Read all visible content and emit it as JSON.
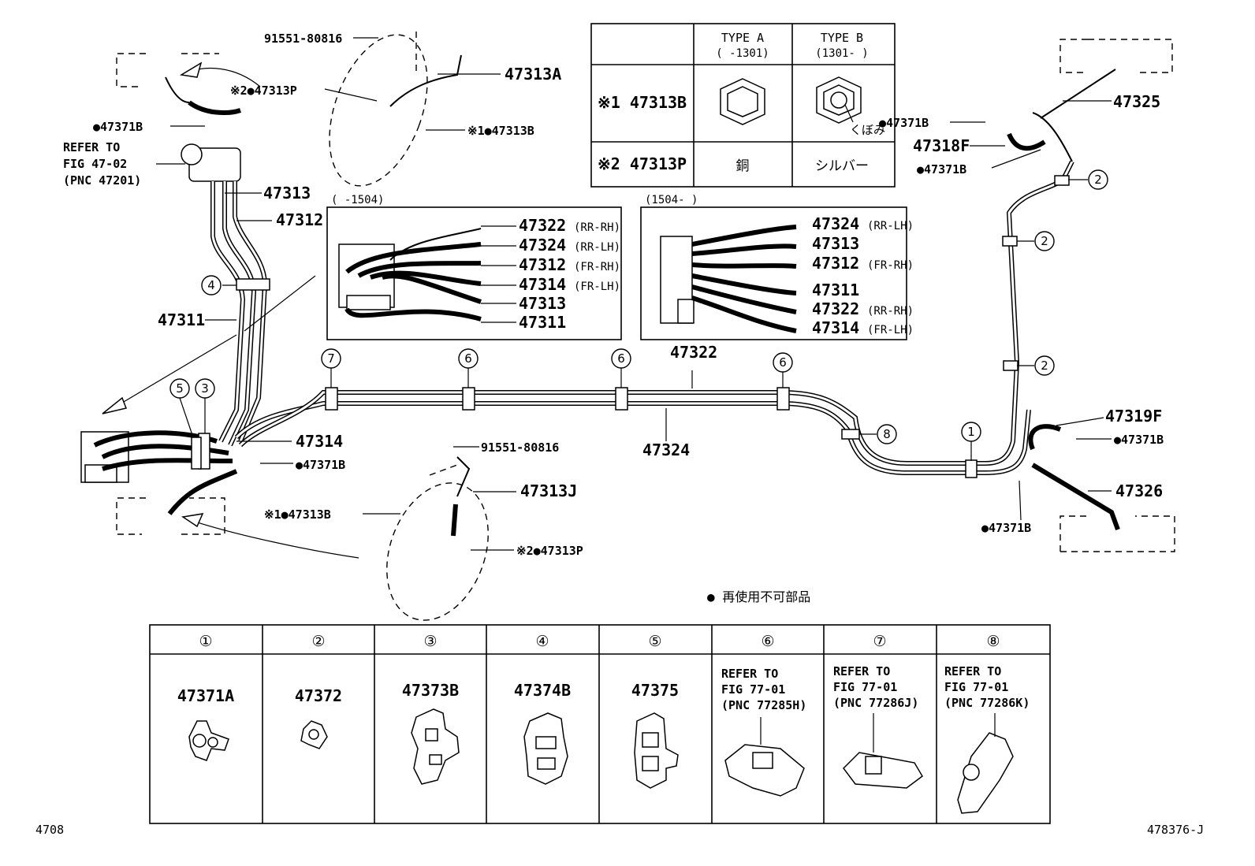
{
  "labels": {
    "bolt_top": "91551-80816",
    "p47313a": "47313A",
    "x2_top": "※2●47313P",
    "x1_top": "※1●47313B",
    "b47371b_tl": "●47371B",
    "refer_to": "REFER TO",
    "fig4702": "FIG 47-02",
    "pnc47201": "(PNC 47201)",
    "p47313": "47313",
    "p47312": "47312",
    "p47311": "47311",
    "p47314": "47314",
    "b47371b_ml": "●47371B",
    "bolt_mid": "91551-80816",
    "p47313j": "47313J",
    "x1_bot": "※1●47313B",
    "x2_bot": "※2●47313P",
    "p47322": "47322",
    "p47324": "47324",
    "p47325": "47325",
    "b47371b_tr": "●47371B",
    "p47318f": "47318F",
    "b47371b_tr2": "●47371B",
    "p47319f": "47319F",
    "b47371b_r": "●47371B",
    "p47326": "47326",
    "b47371b_br": "●47371B",
    "note": "● 再使用不可部品",
    "footer_left": "4708",
    "footer_right": "478376-J"
  },
  "type_table": {
    "type_a": "TYPE A",
    "type_a_range": "(     -1301)",
    "type_b": "TYPE B",
    "type_b_range": "(1301-     )",
    "row1": "※1 47313B",
    "row2": "※2 47313P",
    "row2_a": "銅",
    "row2_b": "シルバー",
    "kubomi": "くぼみ"
  },
  "inset_left": {
    "range": "(     -1504)",
    "items": [
      "47322",
      "(RR-RH)",
      "47324",
      "(RR-LH)",
      "47312",
      "(FR-RH)",
      "47314",
      "(FR-LH)",
      "47313",
      "47311"
    ]
  },
  "inset_right": {
    "range": "(1504-     )",
    "items": [
      "47324",
      "(RR-LH)",
      "47313",
      "47312",
      "(FR-RH)",
      "47311",
      "47322",
      "(RR-RH)",
      "47314",
      "(FR-LH)"
    ]
  },
  "callouts": [
    "1",
    "2",
    "3",
    "4",
    "5",
    "6",
    "7",
    "8"
  ],
  "clip_table": [
    {
      "num": "①",
      "part": "47371A"
    },
    {
      "num": "②",
      "part": "47372"
    },
    {
      "num": "③",
      "part": "47373B"
    },
    {
      "num": "④",
      "part": "47374B"
    },
    {
      "num": "⑤",
      "part": "47375"
    },
    {
      "num": "⑥",
      "ref1": "REFER TO",
      "ref2": "FIG 77-01",
      "ref3": "(PNC 77285H)"
    },
    {
      "num": "⑦",
      "ref1": "REFER TO",
      "ref2": "FIG 77-01",
      "ref3": "(PNC 77286J)"
    },
    {
      "num": "⑧",
      "ref1": "REFER TO",
      "ref2": "FIG 77-01",
      "ref3": "(PNC 77286K)"
    }
  ]
}
